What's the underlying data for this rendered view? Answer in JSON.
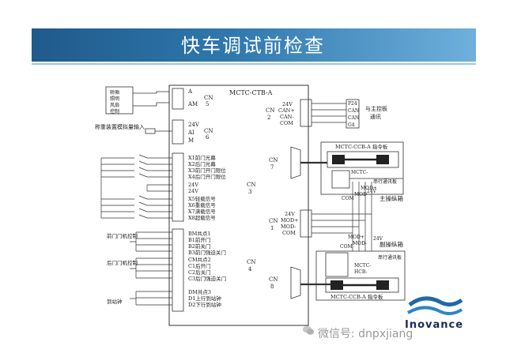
{
  "title": "快车调试前检查",
  "board_main": "MCTC-CTB-A",
  "left_box_label": [
    "轿厢",
    "照明",
    "风扇",
    "控制"
  ],
  "cn5": {
    "label": "CN",
    "num": "5",
    "pins": [
      "A",
      "",
      "AM"
    ]
  },
  "cn6": {
    "label": "CN",
    "num": "6",
    "pins": [
      "24V",
      "AI",
      "M"
    ],
    "input_label": "称重装置模拟量输入"
  },
  "cn3": {
    "label": "CN",
    "num": "3",
    "pins": [
      "X1前门光幕",
      "X2后门光幕",
      "X3前门开门限位",
      "X4后门开门限位",
      "24V",
      "24V",
      "X5轻载信号",
      "X6重载信号",
      "X7满载信号",
      "X8超载信号"
    ]
  },
  "cn4": {
    "label": "CN",
    "num": "4",
    "pins": [
      "BM共点1",
      "B1前开门",
      "B2前关门",
      "B3前门强迫关门",
      "CM共点2",
      "C1后开门",
      "C2后关门",
      "C3后门强迫关门",
      "DM共点3",
      "D1上行到站钟",
      "D2下行到站钟"
    ],
    "groups": [
      "前门门机控制",
      "后门门机控制",
      "到站钟"
    ]
  },
  "cn2": {
    "label": "CN",
    "num": "2",
    "pins": [
      "24V",
      "CAN+",
      "CAN-",
      "COM"
    ],
    "terms": [
      "P24",
      "CAN",
      "CAN",
      "G4"
    ],
    "dest": [
      "与主控板",
      "通讯"
    ]
  },
  "cn7": {
    "label": "CN",
    "num": "7"
  },
  "cn1": {
    "label": "CN",
    "num": "1",
    "pins": [
      "24V",
      "MOD+",
      "MOD-",
      "COM"
    ]
  },
  "cn8": {
    "label": "CN",
    "num": "8"
  },
  "upper_inst": {
    "board": "MCTC-CCB-A 指令板",
    "sub": "MCTC-",
    "panel": "串行通讯板",
    "box": "主操纵箱",
    "pins": [
      "24V",
      "MOD+",
      "MOD-",
      "COM"
    ]
  },
  "lower_inst": {
    "board": "MCTC-CCB-A 指令板",
    "sub": "MCTC-",
    "sub2": "HCB-",
    "panel": "串行通讯板",
    "box": "副操纵箱",
    "pins": [
      "24V",
      "MOD+",
      "MOD-",
      "COM"
    ]
  },
  "watermark": "微信号: dnpxjiang",
  "logo": "Inovance",
  "colors": {
    "band": "#2f78ad",
    "line": "#333333"
  }
}
